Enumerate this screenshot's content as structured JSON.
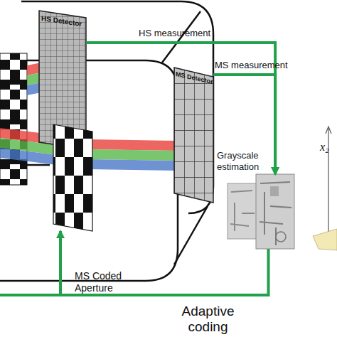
{
  "diagram": {
    "nodes": [
      {
        "text": [
          "HS Detector"
        ]
      },
      {
        "text": [
          "MS Detector"
        ]
      },
      {
        "text": [
          "MS Coded Aperture"
        ]
      },
      {
        "text": [
          "Grayscale estimation"
        ]
      }
    ],
    "edges": [
      {
        "from": 0,
        "to": 3,
        "arrow": "to",
        "label": "HS measurement"
      },
      {
        "from": 1,
        "to": 3,
        "arrow": "to",
        "label": "MS measurement"
      },
      {
        "from": 3,
        "to": 2,
        "arrow": "to",
        "label": "Adaptive coding"
      }
    ],
    "labels": [
      "x₂"
    ]
  }
}
